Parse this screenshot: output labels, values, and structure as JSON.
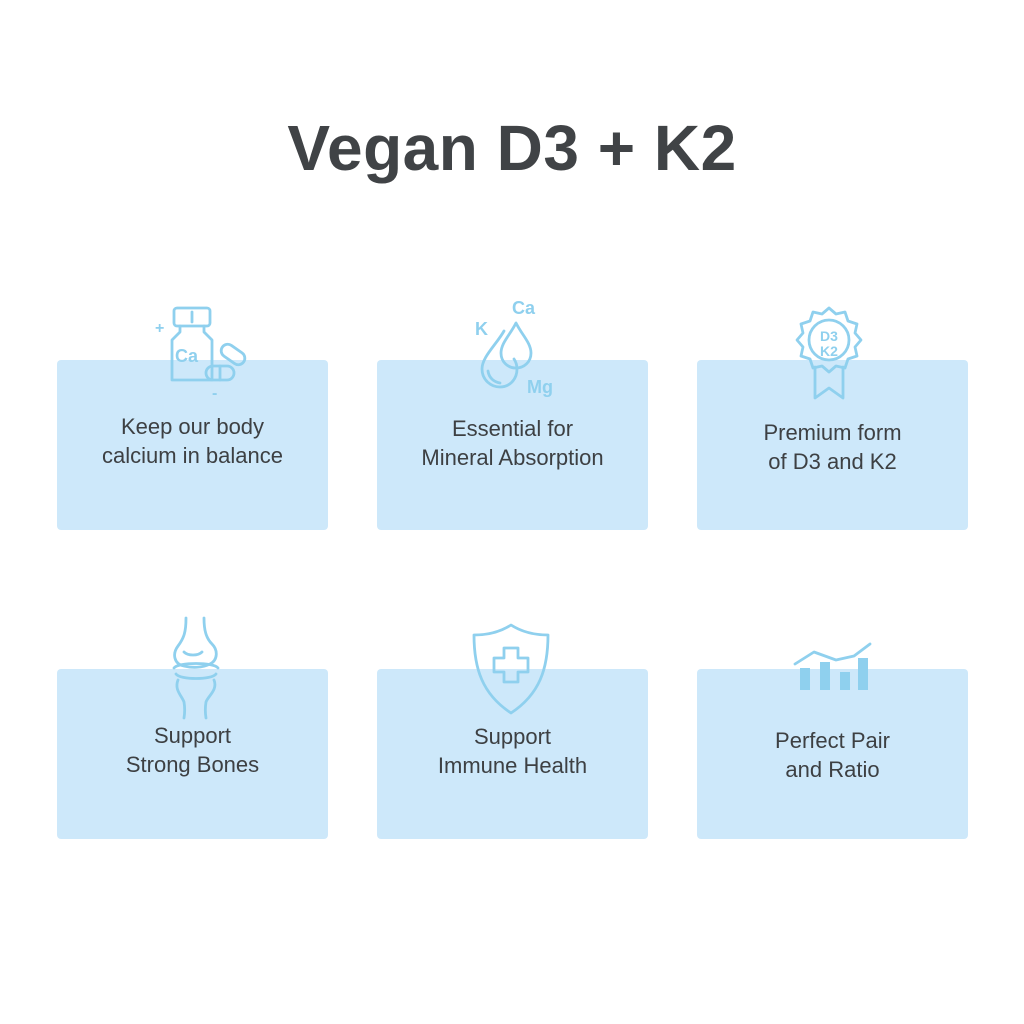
{
  "title": "Vegan D3 + K2",
  "features": [
    {
      "label": "Keep our body\ncalcium in balance",
      "icon": "supplement-bottle-calcium-icon",
      "icon_text": [
        "Ca",
        "+",
        "-"
      ]
    },
    {
      "label": "Essential for\nMineral Absorption",
      "icon": "water-drop-minerals-icon",
      "icon_text": [
        "Ca",
        "K",
        "Mg"
      ]
    },
    {
      "label": "Premium form\nof D3 and K2",
      "icon": "award-badge-icon",
      "icon_text": [
        "D3",
        "K2"
      ]
    },
    {
      "label": "Support\nStrong Bones",
      "icon": "bone-joint-icon"
    },
    {
      "label": "Support\nImmune Health",
      "icon": "shield-cross-icon"
    },
    {
      "label": "Perfect Pair\nand Ratio",
      "icon": "bar-chart-trend-icon"
    }
  ],
  "colors": {
    "card_background": "#cde8fa",
    "icon_stroke": "#8fd0ee",
    "title_text": "#404346",
    "label_text": "#3d4043"
  }
}
